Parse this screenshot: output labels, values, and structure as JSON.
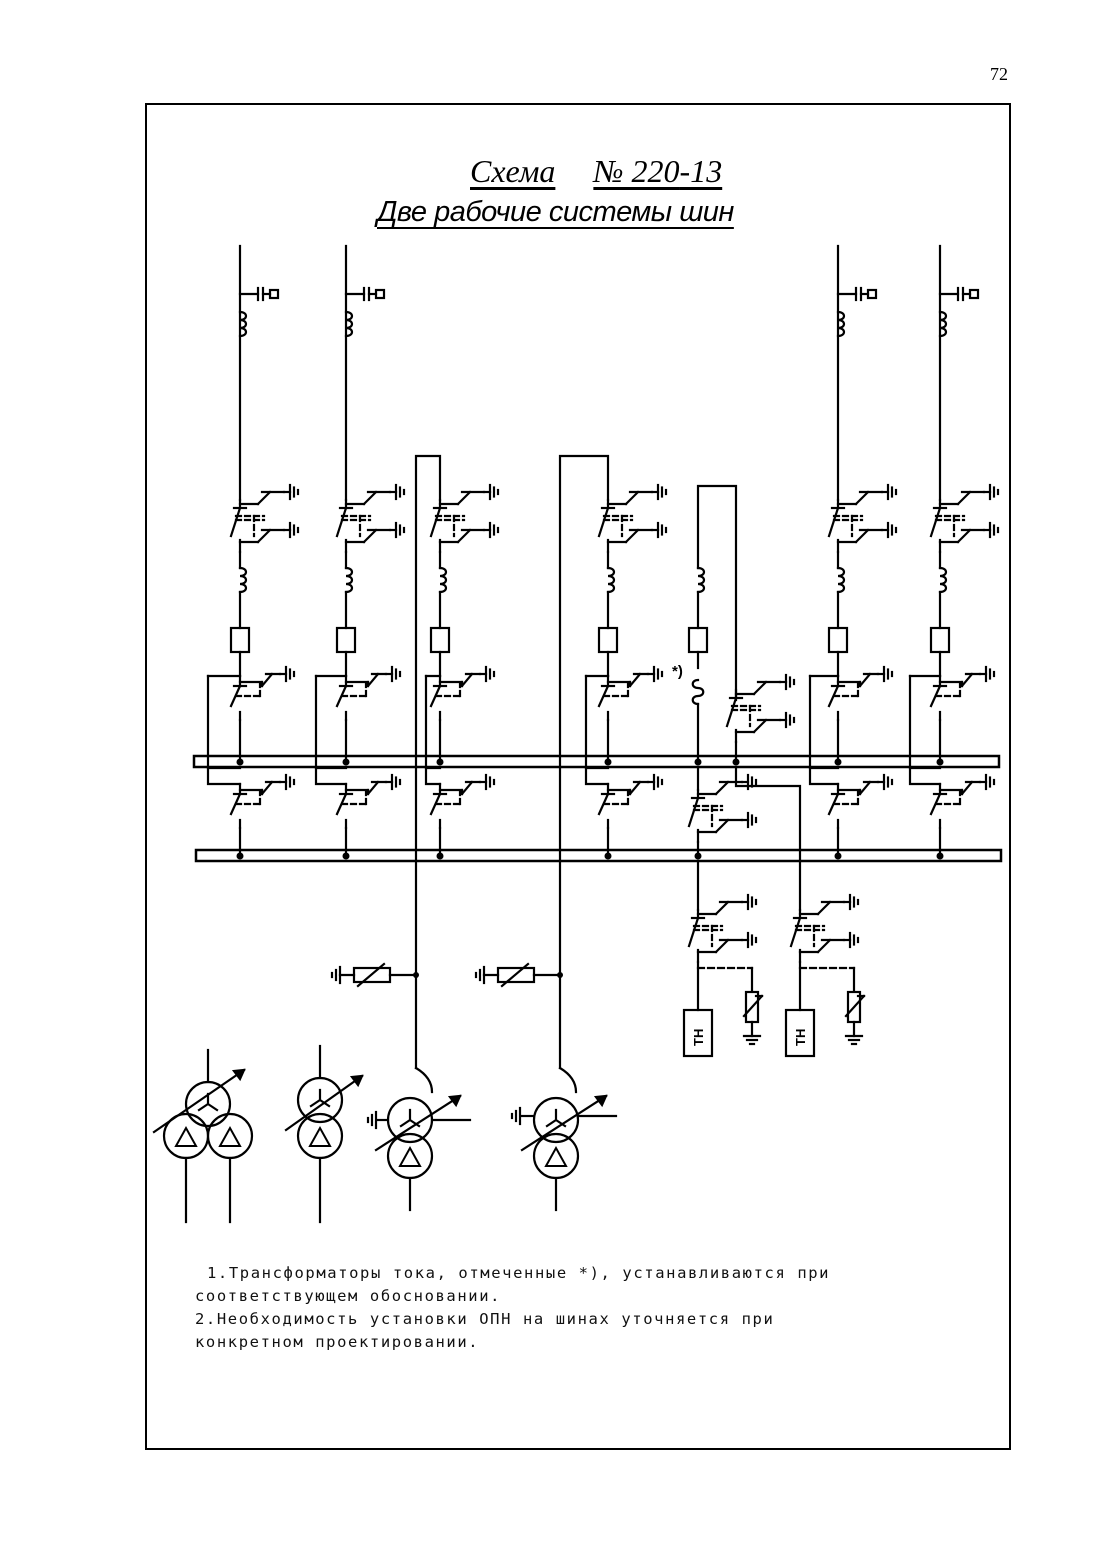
{
  "page": {
    "number": "72"
  },
  "title": {
    "scheme_word": "Схема",
    "scheme_no": "№ 220",
    "scheme_suffix": "-13",
    "subtitle": "Две рабочие  системы шин"
  },
  "diagram": {
    "vt_label": "ТН",
    "ct_marker": "*)",
    "colors": {
      "line": "#000000",
      "background": "#ffffff"
    },
    "components": [
      "busbar-system-1",
      "busbar-system-2",
      "line-bays",
      "transformer-bays",
      "bus-coupler",
      "voltage-transformer-bays",
      "surge-arresters",
      "transformers"
    ]
  },
  "notes": [
    "1.Трансформаторы тока, отмеченные *), устанавливаются при",
    "соответствующем обосновании.",
    "2.Необходимость установки ОПН  на шинах уточняется при",
    "конкретном  проектировании."
  ]
}
